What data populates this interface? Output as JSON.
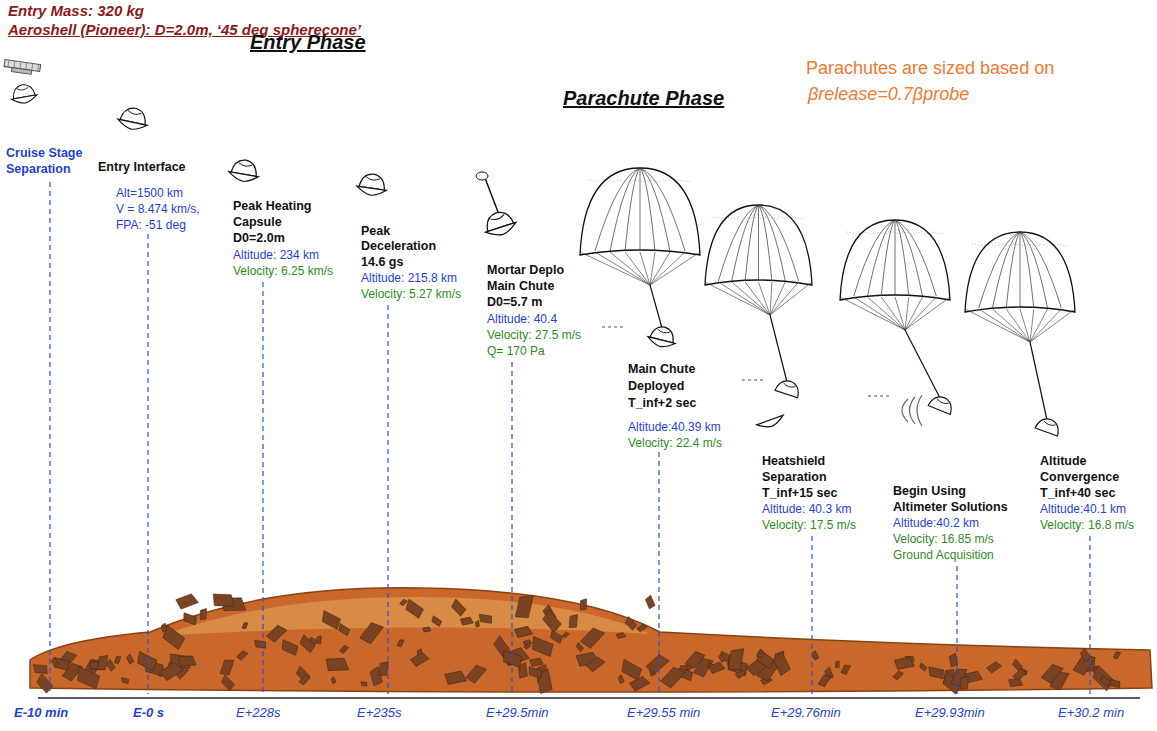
{
  "diagram": {
    "labels": [
      "Entry Mass: 320 kg",
      "Aeroshell (Pioneer): D=2.0m, ‘45 deg spherecone’",
      "Entry Phase",
      "Parachute Phase",
      "Parachutes are sized based on",
      "βrelease=0.7βprobe",
      "Cruise Stage",
      "Separation",
      "Entry Interface",
      "Alt=1500 km",
      "V = 8.474 km/s,",
      "FPA: -51 deg",
      "Peak Heating",
      "Capsule",
      "D0=2.0m",
      "Altitude: 234 km",
      "Velocity: 6.25 km/s",
      "Peak",
      "Deceleration",
      "14.6 gs",
      "Altitude: 215.8 km",
      "Velocity: 5.27 km/s",
      "Mortar Deplo",
      "Main Chute",
      "D0=5.7 m",
      "Altitude: 40.4",
      "Velocity: 27.5 m/s",
      "Q= 170 Pa",
      "Main Chute",
      "Deployed",
      "T_inf+2 sec",
      "Altitude:40.39 km",
      "Velocity: 22.4 m/s",
      "Heatshield",
      "Separation",
      "T_inf+15 sec",
      "Altitude: 40.3 km",
      "Velocity: 17.5 m/s",
      "Begin Using",
      "Altimeter Solutions",
      "Altitude:40.2 km",
      "Velocity: 16.85 m/s",
      "Ground Acquisition",
      "Altitude",
      "Convergence",
      "T_inf+40 sec",
      "Altitude:40.1 km",
      "Velocity: 16.8 m/s",
      "E-10 min",
      "E-0 s",
      "E+228s",
      "E+235s",
      "E+29.5min",
      "E+29.55 min",
      "E+29.76min",
      "E+29.93min",
      "E+30.2 min"
    ]
  }
}
